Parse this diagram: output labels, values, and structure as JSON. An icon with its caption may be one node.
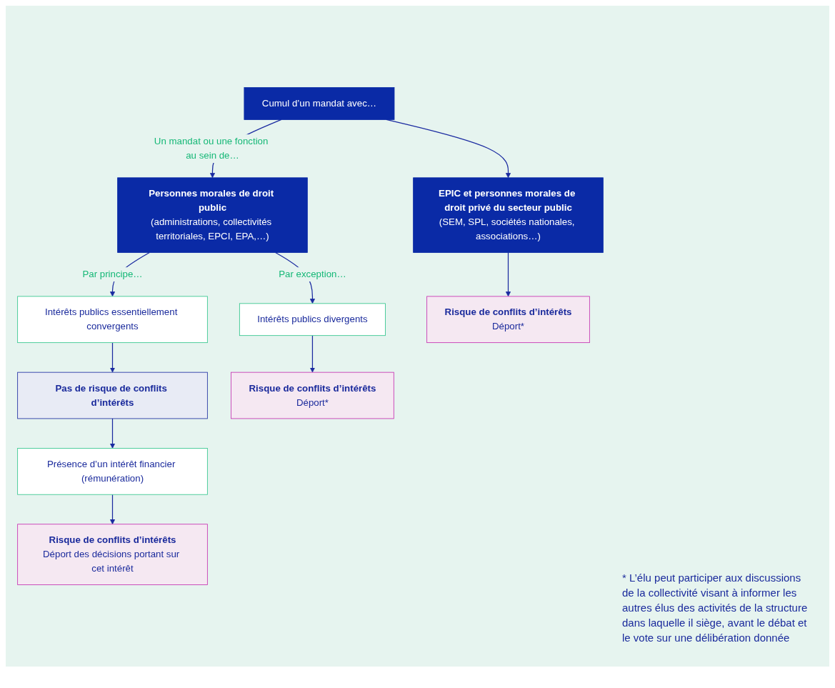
{
  "diagram": {
    "nodes": [
      {
        "text": [
          "Cumul d’un mandat avec…"
        ]
      },
      {
        "text": [
          "Personnes morales de droit public",
          "(administrations, collectivités territoriales, EPCI, EPA,…)"
        ]
      },
      {
        "text": [
          "EPIC et personnes morales de droit privé du secteur public",
          "(SEM, SPL, sociétés nationales, associations…)"
        ]
      },
      {
        "text": [
          "Intérêts publics essentiellement convergents"
        ]
      },
      {
        "text": [
          "Intérêts publics divergents"
        ]
      },
      {
        "text": [
          "Pas de risque de conflits d’intérêts"
        ]
      },
      {
        "text": [
          "Risque de conflits d’intérêts",
          "Déport*"
        ]
      },
      {
        "text": [
          "Risque de conflits d’intérêts",
          "Déport*"
        ]
      },
      {
        "text": [
          "Présence d’un intérêt financier (rémunération)"
        ]
      },
      {
        "text": [
          "Risque de conflits d’intérêts",
          "Déport des décisions portant sur cet intérêt"
        ]
      }
    ],
    "edges": [
      {
        "from": 0,
        "to": 1,
        "arrow": "to",
        "label": "Un mandat ou une fonction au sein de…"
      },
      {
        "from": 0,
        "to": 2,
        "arrow": "to"
      },
      {
        "from": 1,
        "to": 3,
        "arrow": "to",
        "label": "Par principe…"
      },
      {
        "from": 1,
        "to": 4,
        "arrow": "to",
        "label": "Par exception…"
      },
      {
        "from": 3,
        "to": 5,
        "arrow": "to"
      },
      {
        "from": 4,
        "to": 6,
        "arrow": "to"
      },
      {
        "from": 2,
        "to": 7,
        "arrow": "to"
      },
      {
        "from": 5,
        "to": 8,
        "arrow": "to"
      },
      {
        "from": 8,
        "to": 9,
        "arrow": "to"
      }
    ],
    "labels": [
      "* L’élu peut participer aux discussions de la collectivité visant à informer les autres élus des activités de la structure dans laquelle il siège, avant le débat et le vote sur une délibération donnée"
    ]
  }
}
